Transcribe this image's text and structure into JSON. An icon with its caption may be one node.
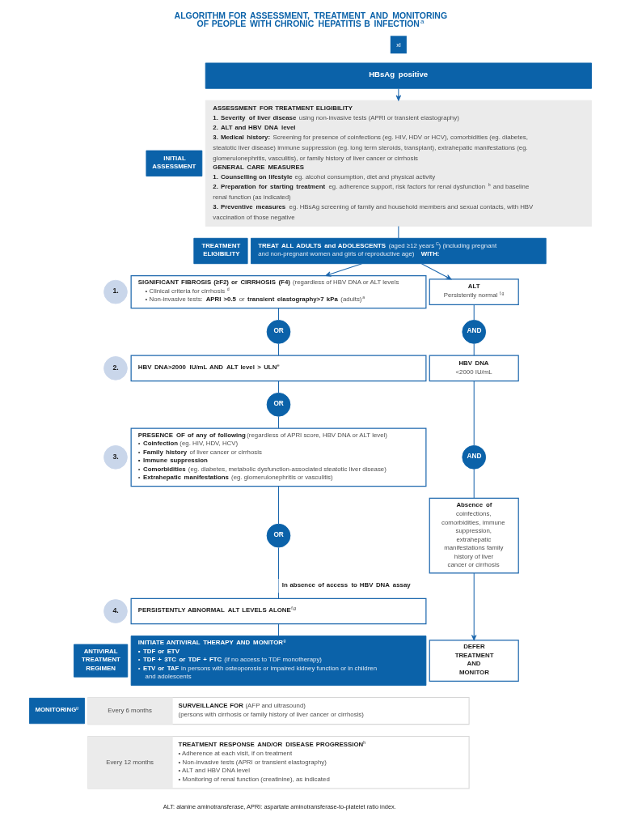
{
  "diagram": {
    "title": "ALGORITHM FOR ASSESSMENT, TREATMENT AND MONITORING OF PEOPLE WITH CHRONIC HEPATITIS B INFECTION$^{a}$",
    "nodes": [
      {
        "text": [
          "HBsAg positive"
        ]
      },
      {
        "text": [
          "INITIAL ASSESSMENT"
        ]
      },
      {
        "text": [
          "ASSESSMENT FOR TREATMENT ELIGIBILITY",
          "**1. Severity of liver disease** using non-invasive tests (APRI or transient elastography)",
          "2. ALT and HBV DNA level",
          "**3. Medical history:** Screening for presence of coinfections (eg. HIV, HDV or HCV), comorbidities (eg. diabetes, steatotic liver disease) immune suppression (eg. long term steroids, transplant), extrahepatic manifestations (eg. glomerulonephritis, vasculitis), or family history of liver cancer or cirrhosis",
          "GENERAL CARE MEASURES",
          "**1. Counselling on lifestyle** eg. alcohol consumption, diet and physical activity",
          "**2. Preparation for starting treatment** eg. adherence support, risk factors for renal dysfunction$^{b}$ and baseline renal function (as indicated)",
          "**3. Preventive measures** eg. HBsAg screening of family and household members and sexual contacts, with HBV vaccination of those negative"
        ]
      },
      {
        "text": [
          "TREATMENT ELIGIBILITY"
        ]
      },
      {
        "text": [
          "**TREAT ALL ADULTS and ADOLESCENTS** (aged ≥12 years$^{C}$) (including pregnant and non-pregnant women and girls of reproductive age) **WITH:**"
        ]
      },
      {
        "text": [
          "1."
        ]
      },
      {
        "text": [
          "**SIGNIFICANT FIBROSIS (≥F2) or CIRRHOSIS (F4)** (regardless of HBV DNA or ALT levels",
          "• Clinical criteria for cirrhosis$^{d}$",
          "• Non-invasive tests: **APRI >0.5** or **transient elastography>7 kPa** (adults)$^{a}$"
        ]
      },
      {
        "text": [
          "ALT",
          "Persistently normal$^{f,g}$"
        ]
      },
      {
        "text": [
          "OR"
        ]
      },
      {
        "text": [
          "AND"
        ]
      },
      {
        "text": [
          "2."
        ]
      },
      {
        "text": [
          "HBV DNA>2000 IU/mL AND ALT level > ULN$^{e}$"
        ]
      },
      {
        "text": [
          "HBV DNA",
          "<2000 IU/mL"
        ]
      },
      {
        "text": [
          "OR"
        ]
      },
      {
        "text": [
          "3."
        ]
      },
      {
        "text": [
          "**PRESENCE OF of any of following** (regardless of APRI score, HBV DNA or ALT level)",
          "• **Coinfection** (eg. HIV, HDV, HCV)",
          "• **Family history** of liver cancer or cirrhosis",
          "• Immune suppression",
          "• **Comorbidities** (eg. diabetes, metabolic dysfunction-associated steatotic liver disease)",
          "• **Extrahepatic manifestations** (eg. glomerulonephritis or vasculitis)"
        ]
      },
      {
        "text": [
          "AND"
        ]
      },
      {
        "text": [
          "Absence of",
          "coinfections, comorbidities, immune suppression, extrahepatic manifestations family history of liver cancer or cirrhosis"
        ]
      },
      {
        "text": [
          "OR"
        ]
      },
      {
        "text": [
          "ANTIVIRAL TREATMENT REGIMEN"
        ]
      },
      {
        "text": [
          "4."
        ]
      },
      {
        "text": [
          "PERSISTENTLY ABNORMAL ALT LEVELS ALONE$^{f,g}$"
        ]
      },
      {
        "text": [
          "INITIATE ANTIVIRAL THERAPY AND MONITOR$^{g}$",
          "• TDF or ETV",
          "• **TDF + 3TC or TDF + FTC** (if no access to TDF monotherapy)",
          "• **ETV or TAF** in persons with osteoporosis or impaired kidney function or in children and adolescents"
        ]
      },
      {
        "text": [
          "DEFER TREATMENT AND MONITOR"
        ]
      },
      {
        "text": [
          "MONITORING$^{g}$"
        ]
      },
      {
        "text": [
          "Every 6 months",
          "**SURVEILLANCE FOR** (AFP and ultrasound)",
          "(persons with cirrhosis or family history of liver cancer or cirrhosis)"
        ]
      },
      {
        "text": [
          "Every 12 months",
          "TREATMENT RESPONSE AND/OR DISEASE PROGRESSION$^{h}$",
          "• Adherence at each visit, if on treatment",
          "• Non-invasive tests (APRI or transient elastography)",
          "• ALT and HBV DNA level",
          "• Monitoring of renal function (creatinine), as indicated"
        ]
      }
    ],
    "edges": [
      {
        "from": 0,
        "to": 2,
        "arrow": "to"
      },
      {
        "from": 2,
        "to": 4,
        "arrow": "none"
      },
      {
        "from": 4,
        "to": 6,
        "arrow": "to"
      },
      {
        "from": 4,
        "to": 7,
        "arrow": "to"
      },
      {
        "from": 6,
        "to": 8,
        "arrow": "none"
      },
      {
        "from": 8,
        "to": 11,
        "arrow": "none"
      },
      {
        "from": 11,
        "to": 13,
        "arrow": "none"
      },
      {
        "from": 13,
        "to": 15,
        "arrow": "none"
      },
      {
        "from": 15,
        "to": 18,
        "arrow": "none"
      },
      {
        "from": 18,
        "to": 21,
        "arrow": "none",
        "label": "In absence of access to HBV DNA assay"
      },
      {
        "from": 21,
        "to": 22,
        "arrow": "none"
      },
      {
        "from": 7,
        "to": 9,
        "arrow": "none"
      },
      {
        "from": 9,
        "to": 12,
        "arrow": "none"
      },
      {
        "from": 12,
        "to": 16,
        "arrow": "none"
      },
      {
        "from": 16,
        "to": 17,
        "arrow": "none"
      },
      {
        "from": 17,
        "to": 23,
        "arrow": "to"
      }
    ],
    "labels": [
      "xl",
      "ALT: alanine aminotransferase, APRI: aspartate aminotransferase-to-platelet ratio index."
    ]
  }
}
